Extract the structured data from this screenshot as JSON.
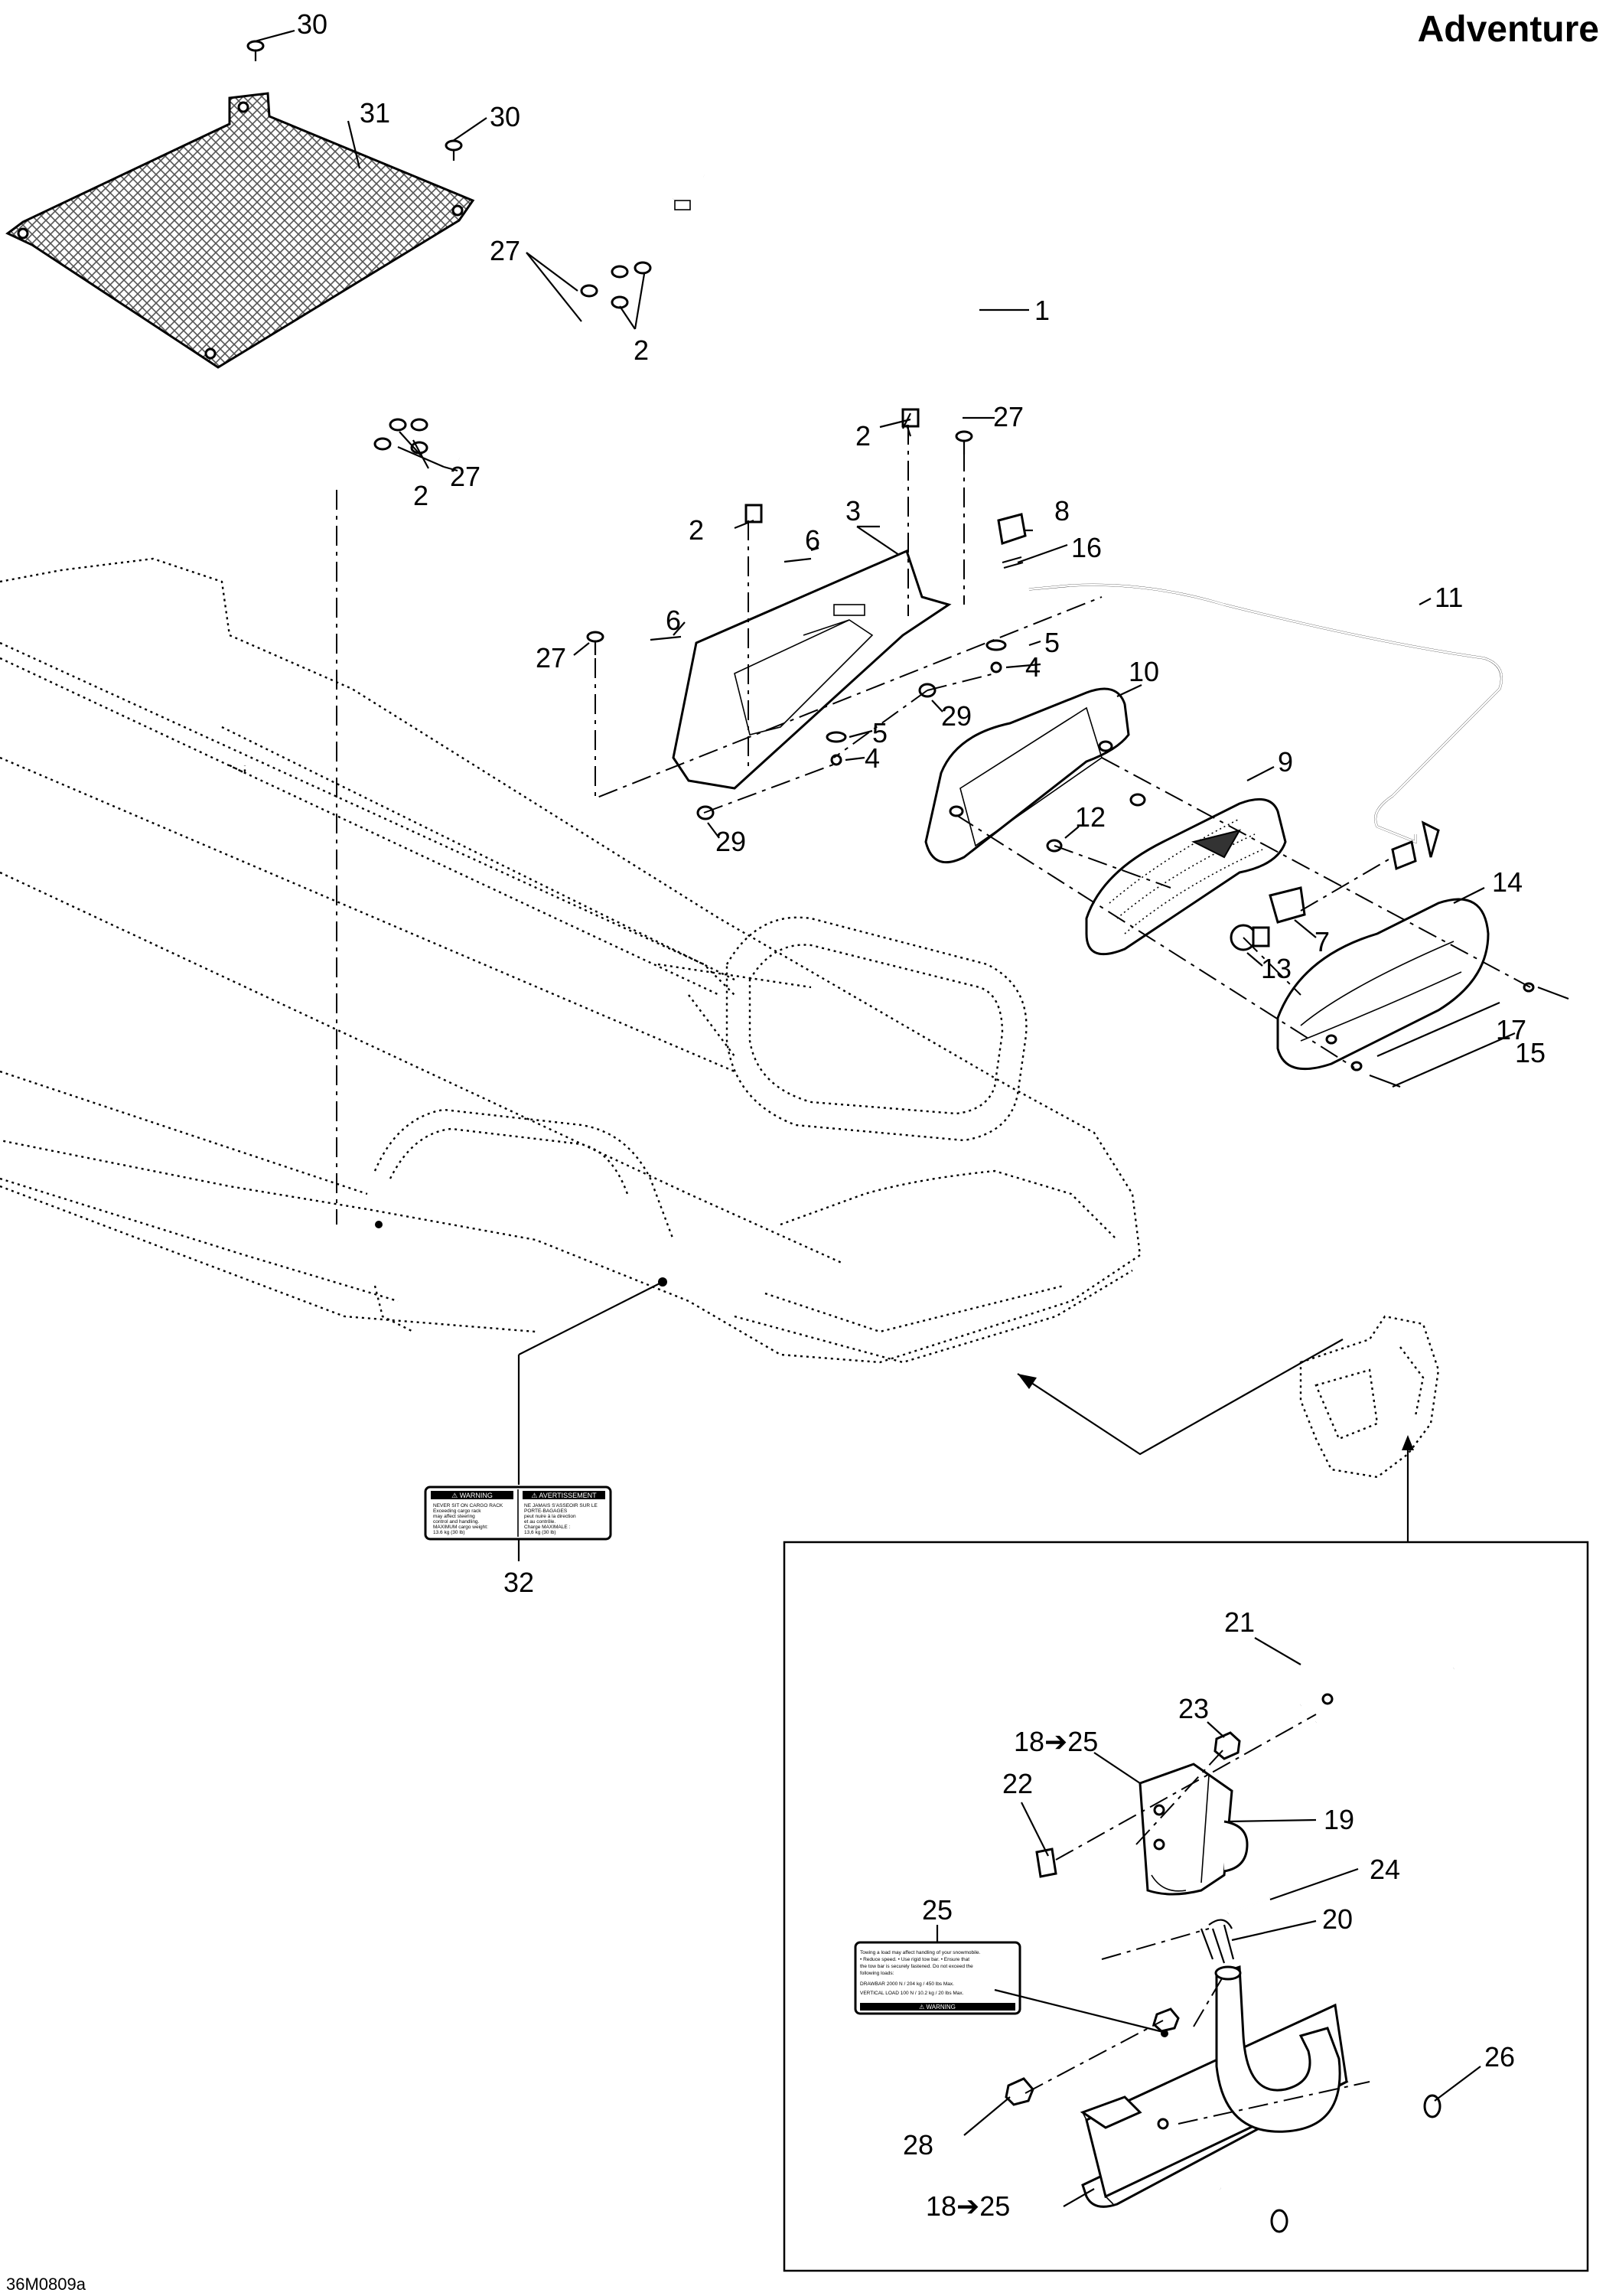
{
  "header": {
    "title": "Adventure"
  },
  "figure": {
    "code": "36M0809a"
  },
  "callouts": {
    "c1": "1",
    "c2a": "2",
    "c2b": "2",
    "c2c": "2",
    "c2d": "2",
    "c3": "3",
    "c4a": "4",
    "c4b": "4",
    "c5a": "5",
    "c5b": "5",
    "c6a": "6",
    "c6b": "6",
    "c7": "7",
    "c8": "8",
    "c9": "9",
    "c10": "10",
    "c11": "11",
    "c12": "12",
    "c13": "13",
    "c14": "14",
    "c15": "15",
    "c16": "16",
    "c17": "17",
    "c18a": "18➔25",
    "c18b": "18➔25",
    "c19": "19",
    "c20": "20",
    "c21": "21",
    "c22": "22",
    "c23": "23",
    "c24": "24",
    "c25": "25",
    "c26": "26",
    "c27a": "27",
    "c27b": "27",
    "c27c": "27",
    "c27d": "27",
    "c28": "28",
    "c29a": "29",
    "c29b": "29",
    "c30a": "30",
    "c30b": "30",
    "c31": "31",
    "c32": "32"
  },
  "decal_32": {
    "left_title": "⚠ WARNING",
    "right_title": "⚠ AVERTISSEMENT",
    "left_lines": [
      "NEVER SIT ON CARGO RACK",
      "Exceeding cargo rack",
      "may affect steering",
      "control and handling.",
      "MAXIMUM cargo weight:",
      "13.6 kg (30 lb)"
    ],
    "right_lines": [
      "NE JAMAIS S'ASSEOIR SUR LE",
      "PORTE-BAGAGES",
      "peut nuire à la direction",
      "et au contrôle.",
      "Charge MAXIMALE :",
      "13,6 kg (30 lb)"
    ]
  },
  "decal_25": {
    "lines": [
      "Towing a load may affect handling of your snowmobile.",
      "• Reduce speed. • Use rigid tow bar. • Ensure that",
      "the tow bar is securely fastened. Do not exceed the",
      "following loads:",
      "DRAWBAR 2000 N / 204 kg / 450 lbs Max.",
      "VERTICAL LOAD 100 N / 10.2 kg / 20 lbs Max."
    ],
    "footer": "⚠ WARNING"
  }
}
